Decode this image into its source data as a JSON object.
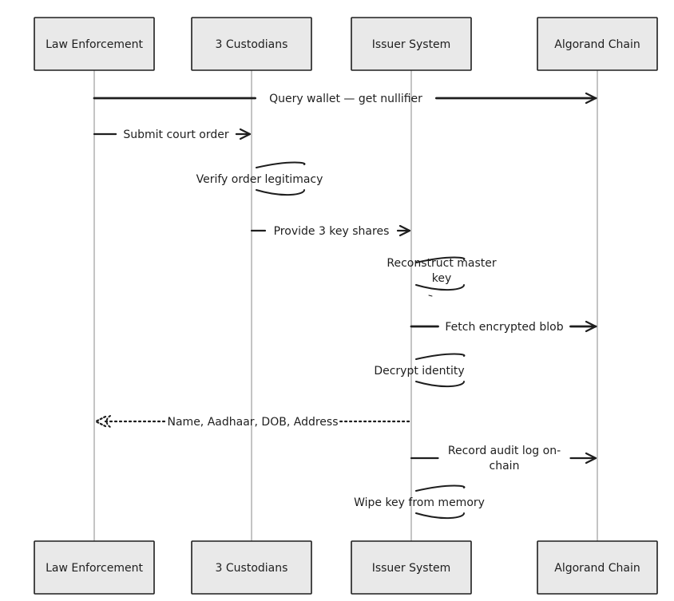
{
  "actors": [
    {
      "id": "le",
      "label": "Law Enforcement"
    },
    {
      "id": "cu",
      "label": "3 Custodians"
    },
    {
      "id": "is",
      "label": "Issuer System"
    },
    {
      "id": "ac",
      "label": "Algorand Chain"
    }
  ],
  "messages": [
    {
      "from": "le",
      "to": "ac",
      "lines": [
        "Query wallet — get nullifier"
      ],
      "style": "solid"
    },
    {
      "from": "le",
      "to": "cu",
      "lines": [
        "Submit court order"
      ],
      "style": "solid"
    },
    {
      "from": "cu",
      "to": "cu",
      "lines": [
        "Verify order legitimacy"
      ],
      "style": "self"
    },
    {
      "from": "cu",
      "to": "is",
      "lines": [
        "Provide 3 key shares"
      ],
      "style": "solid"
    },
    {
      "from": "is",
      "to": "is",
      "lines": [
        "Reconstruct master",
        "key"
      ],
      "style": "self"
    },
    {
      "from": "is",
      "to": "ac",
      "lines": [
        "Fetch encrypted blob"
      ],
      "style": "solid"
    },
    {
      "from": "is",
      "to": "is",
      "lines": [
        "Decrypt identity"
      ],
      "style": "self"
    },
    {
      "from": "is",
      "to": "le",
      "lines": [
        "Name, Aadhaar, DOB, Address"
      ],
      "style": "dotted"
    },
    {
      "from": "is",
      "to": "ac",
      "lines": [
        "Record audit log on-",
        "chain"
      ],
      "style": "solid-open"
    },
    {
      "from": "is",
      "to": "is",
      "lines": [
        "Wipe key from memory"
      ],
      "style": "self"
    }
  ]
}
